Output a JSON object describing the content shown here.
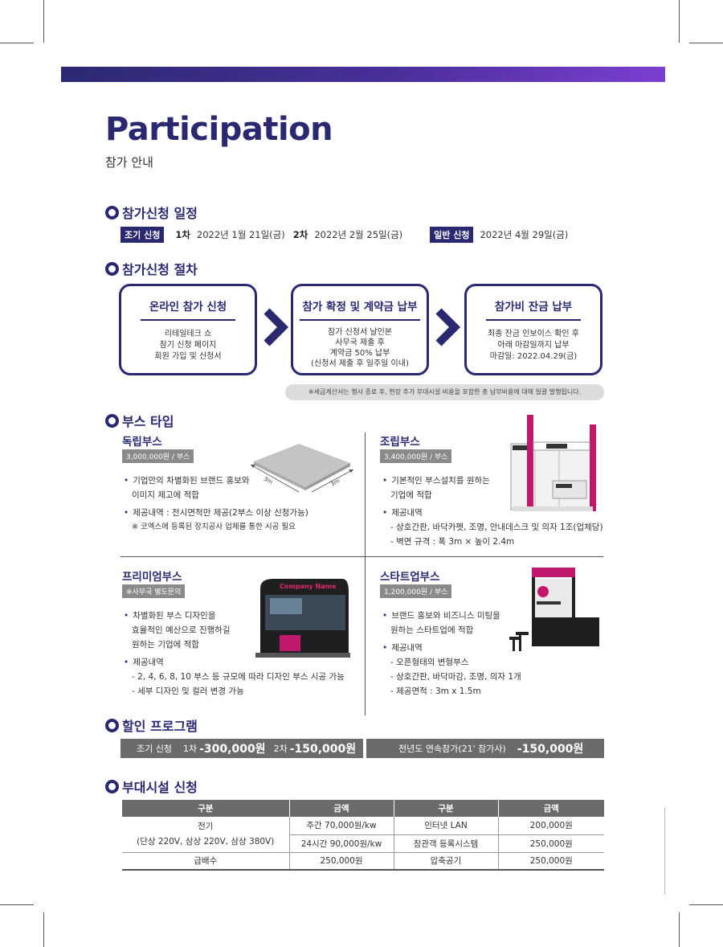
{
  "header": {
    "title": "Participation",
    "subtitle": "참가 안내"
  },
  "schedule": {
    "heading": "참가신청 일정",
    "early_label": "조기 신청",
    "round1_label": "1차",
    "round1_date": "2022년 1월 21일(금)",
    "round2_label": "2차",
    "round2_date": "2022년 2월 25일(금)",
    "general_label": "일반 신청",
    "general_date": "2022년 4월 29일(금)"
  },
  "procedure": {
    "heading": "참가신청 절차",
    "steps": [
      {
        "title": "온라인 참가 신청",
        "lines": [
          "리테일테크 쇼",
          "참기 신청 페이지",
          "회원 가입 및 신청서"
        ]
      },
      {
        "title": "참가 확정 및 계약금 납부",
        "lines": [
          "참가 신청서 날인본",
          "사무국 제출 후",
          "계약금 50% 납부",
          "(신청서 제출 후 일주일 이내)"
        ]
      },
      {
        "title": "참가비 잔금 납부",
        "lines": [
          "최종 잔금 인보이스 확인 후",
          "아래 마감일까지 납부",
          "마감일: 2022.04.29(금)"
        ]
      }
    ],
    "note": "※세금계산서는 행사 종료 후, 현장 추가 부대시설 비용을 포함한 총 납부비용에 대해 일괄 발행됩니다."
  },
  "booth": {
    "heading": "부스 타입",
    "independent": {
      "title": "독립부스",
      "price": "3,000,000원 / 부스",
      "dim_a": "3m",
      "dim_b": "3m",
      "b1a": "기업만의 차별화된 브랜드 홍보와",
      "b1b": "이미지 제고에 적합",
      "b2": "제공내역 : 전시면적만 제공(2부스 이상 신청가능)",
      "b2note": "※ 코엑스에 등록된 장치공사 업체를 통한 시공 필요"
    },
    "assembly": {
      "title": "조립부스",
      "price": "3,400,000원 / 부스",
      "b1a": "기본적인 부스설치를 원하는",
      "b1b": "기업에 적합",
      "b2": "제공내역",
      "s1": "- 상호간판, 바닥카펫, 조명, 안내데스크 및 의자 1조(업체당)",
      "s2": "- 벽면 규격 : 폭 3m × 높이 2.4m"
    },
    "premium": {
      "title": "프리미엄부스",
      "price": "※사무국 별도문의",
      "image_label": "Company Name",
      "b1a": "차별화된 부스 디자인을",
      "b1b": "효율적인 예산으로 진행하길",
      "b1c": "원하는 기업에 적합",
      "b2": "제공내역",
      "s1": "- 2, 4, 6, 8, 10 부스 등 규모에 따라 디자인 부스 시공 가능",
      "s2": "- 세부 디자인 및 컬러 변경 가능"
    },
    "startup": {
      "title": "스타트업부스",
      "price": "1,200,000원 / 부스",
      "b1a": "브랜드 홍보와 비즈니스 미팅을",
      "b1b": "원하는 스타트업에 적합",
      "b2": "제공내역",
      "s1": "- 오픈형태의 변형부스",
      "s2": "- 상호간판, 바닥마감, 조명, 의자 1개",
      "s3": "- 제공면적 : 3m x 1.5m"
    }
  },
  "discount": {
    "heading": "할인 프로그램",
    "early": "조기 신청",
    "r1": "1차",
    "r1_amount": "-300,000원",
    "r2": "2차",
    "r2_amount": "-150,000원",
    "consecutive": "전년도 연속참가(21' 참가사)",
    "consecutive_amount": "-150,000원"
  },
  "facilities": {
    "heading": "부대시설 신청",
    "headers": [
      "구분",
      "금액",
      "구분",
      "금액"
    ],
    "elec_a": "전기",
    "elec_b": "(단상 220V, 삼상 220V, 삼상 380V)",
    "elec_week": "주간 70,000원/kw",
    "elec_24": "24시간 90,000원/kw",
    "internet": "인터넷 LAN",
    "internet_price": "200,000원",
    "visitor": "참관객 등록시스템",
    "visitor_price": "250,000원",
    "water": "급배수",
    "water_price": "250,000원",
    "air": "압축공기",
    "air_price": "250,000원"
  },
  "colors": {
    "primary": "#2a2870",
    "gray": "#6b6b6b",
    "accent": "#c0186a"
  }
}
